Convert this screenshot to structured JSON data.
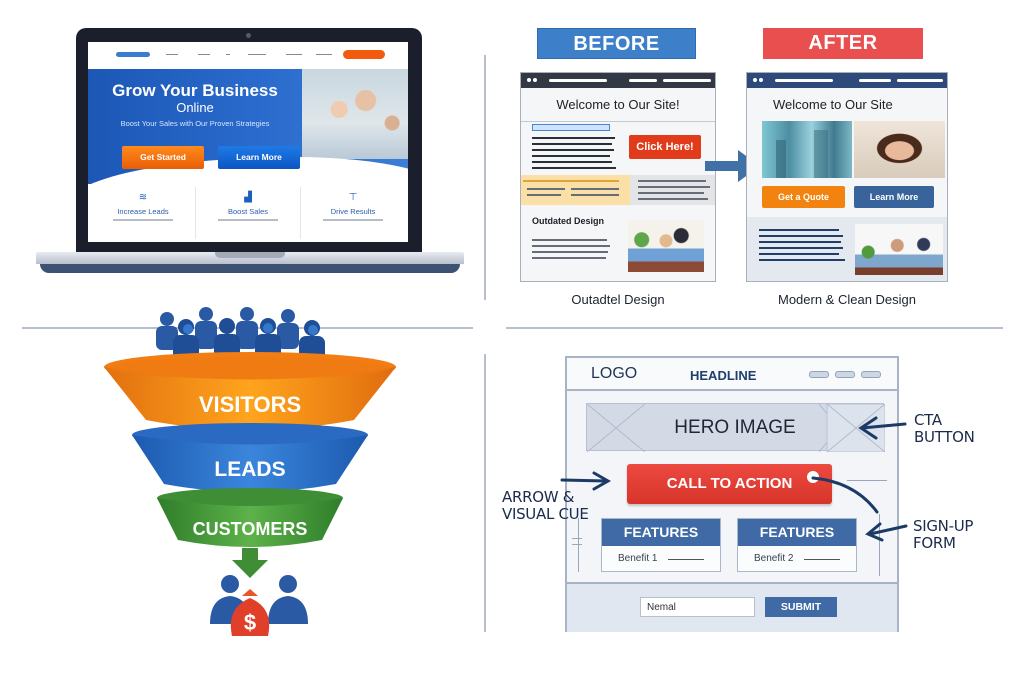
{
  "laptop_mockup": {
    "nav": {
      "links": [
        "",
        "",
        "",
        "",
        "",
        ""
      ],
      "cta_label": ""
    },
    "hero": {
      "title_line1": "Grow Your Business",
      "title_line2": "Online",
      "subtitle": "Boost Your Sales with Our Proven Strategies",
      "primary_button": "Get Started",
      "secondary_button": "Learn More"
    },
    "features": [
      {
        "icon": "leads-icon",
        "label": "Increase Leads"
      },
      {
        "icon": "chart-icon",
        "label": "Boost Sales"
      },
      {
        "icon": "results-icon",
        "label": "Drive Results"
      }
    ],
    "colors": {
      "hero_blue": "#1c57b5",
      "cta_orange": "#f25a0e",
      "button_blue": "#0b56c2"
    }
  },
  "comparison": {
    "before": {
      "tag": "BEFORE",
      "welcome": "Welcome to Our Site!",
      "button": "Click Here!",
      "section_heading": "Outdated Design",
      "caption": "Outadtel Design",
      "tag_color": "#3d7fc8"
    },
    "after": {
      "tag": "AFTER",
      "welcome": "Welcome to Our Site",
      "primary_button": "Get a Quote",
      "secondary_button": "Learn More",
      "caption": "Modern & Clean Design",
      "tag_color": "#ea4f4f"
    }
  },
  "funnel": {
    "stages": [
      {
        "label": "VISITORS",
        "color": "#f7911e"
      },
      {
        "label": "LEADS",
        "color": "#2e73c9"
      },
      {
        "label": "CUSTOMERS",
        "color": "#4a9c3c"
      }
    ],
    "result_icon": "money-bag-icon",
    "result_symbol": "$"
  },
  "wireframe": {
    "logo": "LOGO",
    "headline": "HEADLINE",
    "hero": "HERO IMAGE",
    "cta": "CALL TO ACTION",
    "features": [
      {
        "title": "FEATURES",
        "benefit": "Benefit 1"
      },
      {
        "title": "FEATURES",
        "benefit": "Benefit 2"
      }
    ],
    "form": {
      "input_value": "Nemal",
      "submit": "SUBMIT"
    },
    "annotations": {
      "arrow_cue_line1": "ARROW &",
      "arrow_cue_line2": "VISUAL CUE",
      "cta_line1": "CTA",
      "cta_line2": "BUTTON",
      "signup_line1": "SIGN-UP",
      "signup_line2": "FORM"
    }
  }
}
